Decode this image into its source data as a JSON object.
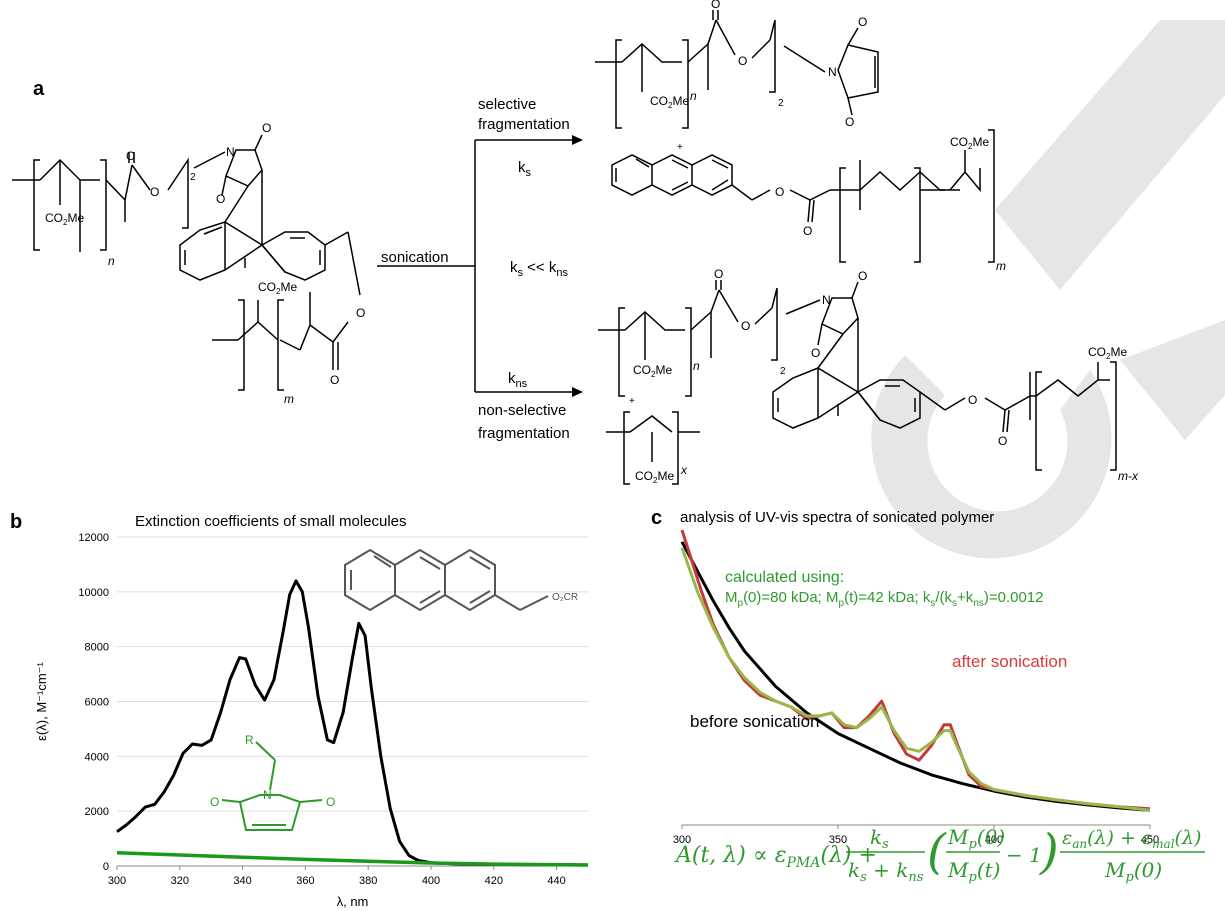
{
  "panel_a": {
    "letter": "a",
    "sonication_label": "sonication",
    "selective_line1": "selective",
    "selective_line2": "fragmentation",
    "ks_label": "k",
    "ks_sub": "s",
    "compare_k1": "k",
    "compare_s": "s",
    "compare_lt": " << k",
    "compare_ns": "ns",
    "kns_label": "k",
    "kns_sub": "ns",
    "nonselective_line1": "non-selective",
    "nonselective_line2": "fragmentation",
    "co2me": "CO",
    "co2me_2": "2",
    "co2me_me": "Me",
    "n": "n",
    "m": "m",
    "x": "x",
    "mx": "m-x",
    "O": "O",
    "N": "N",
    "two": "2",
    "plus": "+"
  },
  "panel_b": {
    "letter": "b",
    "o2cr": "O₂CR",
    "r_label": "R",
    "chart_data": {
      "type": "line",
      "title": "Extinction coefficients  of small molecules",
      "xlabel": "λ, nm",
      "ylabel": "ε(λ), M⁻¹cm⁻¹",
      "xlim": [
        300,
        450
      ],
      "ylim": [
        0,
        12000
      ],
      "xticks": [
        300,
        320,
        340,
        360,
        380,
        400,
        420,
        440
      ],
      "yticks": [
        0,
        2000,
        4000,
        6000,
        8000,
        10000,
        12000
      ],
      "series": [
        {
          "color": "#000000",
          "x": [
            300,
            303,
            306,
            309,
            312,
            315,
            318,
            321,
            324,
            327,
            330,
            333,
            336,
            339,
            341,
            344,
            347,
            350,
            353,
            355,
            357,
            359,
            361,
            364,
            367,
            369,
            372,
            375,
            377,
            379,
            381,
            384,
            387,
            390,
            393,
            396,
            400,
            405,
            410,
            420,
            430,
            440,
            450
          ],
          "y": [
            1250,
            1500,
            1800,
            2150,
            2250,
            2700,
            3300,
            4100,
            4450,
            4400,
            4600,
            5600,
            6800,
            7600,
            7550,
            6600,
            6050,
            6800,
            8600,
            9900,
            10400,
            10000,
            8700,
            6200,
            4600,
            4500,
            5600,
            7600,
            8850,
            8400,
            6500,
            4000,
            2100,
            900,
            380,
            200,
            120,
            90,
            70,
            60,
            50,
            45,
            40
          ]
        },
        {
          "color": "#1a9a1a",
          "x": [
            300,
            320,
            340,
            360,
            380,
            400,
            420,
            440,
            450
          ],
          "y": [
            480,
            400,
            320,
            240,
            170,
            110,
            70,
            45,
            35
          ]
        }
      ]
    }
  },
  "panel_c": {
    "letter": "c",
    "calc_line1": "calculated using:",
    "calc_line2_a": "M",
    "calc_line2_b": "p",
    "calc_line2_c": "(0)=80 kDa; M",
    "calc_line2_d": "p",
    "calc_line2_e": "(t)=42 kDa; k",
    "calc_line2_f": "s",
    "calc_line2_g": "/(k",
    "calc_line2_h": "s",
    "calc_line2_i": "+k",
    "calc_line2_j": "ns",
    "calc_line2_k": ")=0.0012",
    "after_label": "after sonication",
    "before_label": "before sonication",
    "chart_data": {
      "type": "line",
      "title": "analysis of UV-vis spectra of sonicated polymer",
      "xlim": [
        300,
        450
      ],
      "ylim": [
        0,
        1
      ],
      "xticks": [
        300,
        350,
        400,
        450
      ],
      "series": [
        {
          "color": "#000000",
          "x": [
            300,
            305,
            310,
            315,
            320,
            330,
            340,
            350,
            360,
            370,
            380,
            390,
            400,
            410,
            420,
            430,
            440,
            450
          ],
          "y": [
            0.96,
            0.86,
            0.76,
            0.67,
            0.59,
            0.47,
            0.38,
            0.31,
            0.26,
            0.21,
            0.17,
            0.14,
            0.115,
            0.095,
            0.08,
            0.068,
            0.058,
            0.05
          ]
        },
        {
          "color": "#c23a3a",
          "x": [
            300,
            303,
            306,
            310,
            315,
            320,
            325,
            330,
            335,
            340,
            344,
            348,
            352,
            356,
            360,
            364,
            368,
            372,
            376,
            380,
            384,
            386,
            388,
            392,
            396,
            400,
            410,
            420,
            430,
            440,
            450
          ],
          "y": [
            1.0,
            0.9,
            0.8,
            0.68,
            0.57,
            0.49,
            0.44,
            0.42,
            0.4,
            0.36,
            0.37,
            0.38,
            0.33,
            0.33,
            0.37,
            0.42,
            0.31,
            0.24,
            0.22,
            0.27,
            0.34,
            0.34,
            0.28,
            0.17,
            0.13,
            0.12,
            0.1,
            0.085,
            0.072,
            0.062,
            0.055
          ]
        },
        {
          "color": "#9ab84a",
          "x": [
            300,
            305,
            310,
            315,
            320,
            325,
            330,
            335,
            340,
            344,
            348,
            352,
            356,
            360,
            364,
            368,
            372,
            376,
            380,
            384,
            386,
            388,
            392,
            396,
            400,
            410,
            420,
            430,
            440,
            450
          ],
          "y": [
            0.94,
            0.79,
            0.67,
            0.57,
            0.5,
            0.45,
            0.42,
            0.4,
            0.37,
            0.37,
            0.38,
            0.34,
            0.33,
            0.36,
            0.4,
            0.32,
            0.26,
            0.25,
            0.28,
            0.32,
            0.32,
            0.27,
            0.18,
            0.14,
            0.12,
            0.1,
            0.085,
            0.072,
            0.062,
            0.05
          ]
        }
      ]
    },
    "equation": {
      "lhs": "A(t, λ) ∝ ε",
      "lhs_sub": "PMA",
      "lhs_tail": "(λ) +",
      "frac1_num": "k",
      "frac1_num_sub": "s",
      "frac1_den": "k",
      "frac1_den_sub1": "s",
      "frac1_den_plus": " + k",
      "frac1_den_sub2": "ns",
      "frac2_num": "M",
      "frac2_num_sub": "p",
      "frac2_num_tail": "(0)",
      "frac2_den": "M",
      "frac2_den_sub": "p",
      "frac2_den_tail": "(t)",
      "minus_one": "− 1",
      "frac3_num_a": "ε",
      "frac3_num_a_sub": "an",
      "frac3_num_mid": "(λ) + ε",
      "frac3_num_b_sub": "mal",
      "frac3_num_tail": "(λ)",
      "frac3_den": "M",
      "frac3_den_sub": "p",
      "frac3_den_tail": "(0)"
    }
  }
}
